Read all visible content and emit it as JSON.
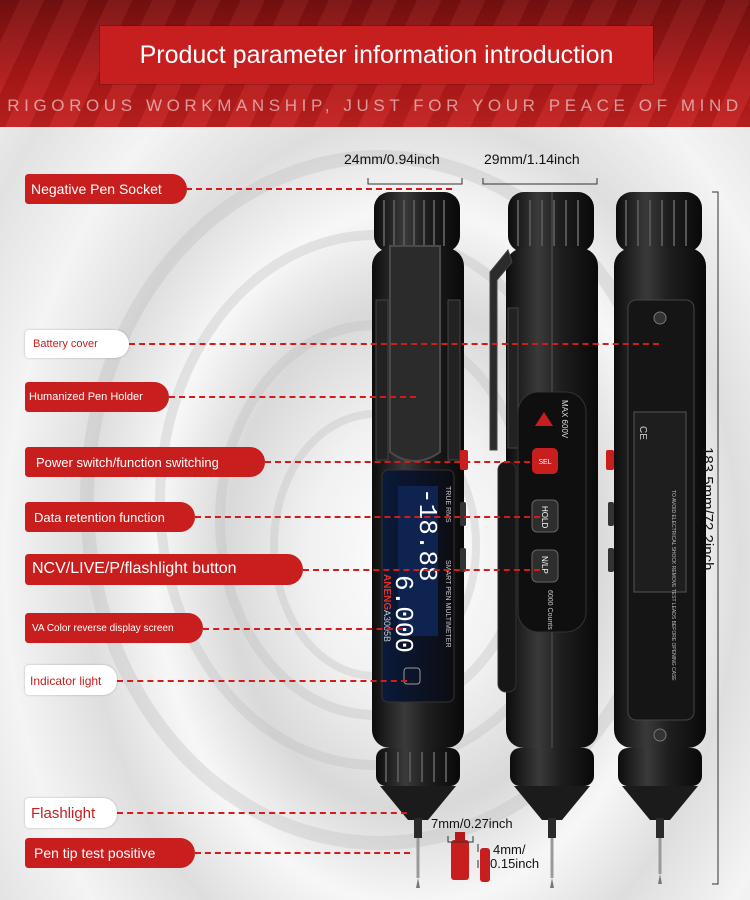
{
  "header": {
    "title": "Product parameter information introduction",
    "subtitle": "RIGOROUS WORKMANSHIP, JUST FOR YOUR PEACE OF MIND"
  },
  "dimensions": {
    "width_front": "24mm/0.94inch",
    "width_side": "29mm/1.14inch",
    "length": "183.5mm/72.2inch",
    "tip_cap": "7mm/0.27inch",
    "tip_small_1": "4mm/",
    "tip_small_2": "0.15inch"
  },
  "callouts": [
    {
      "label": "Negative Pen Socket",
      "style": "red"
    },
    {
      "label": "Battery cover",
      "style": "white"
    },
    {
      "label": "Humanized Pen Holder",
      "style": "red"
    },
    {
      "label": "Power switch/function switching",
      "style": "red"
    },
    {
      "label": "Data retention function",
      "style": "red"
    },
    {
      "label": "NCV/LIVE/P/flashlight button",
      "style": "red"
    },
    {
      "label": "VA Color reverse display screen",
      "style": "red"
    },
    {
      "label": "Indicator light",
      "style": "white"
    },
    {
      "label": "Flashlight",
      "style": "white"
    },
    {
      "label": "Pen tip test positive",
      "style": "red"
    }
  ],
  "device": {
    "brand": "ANENG",
    "model": "A3005B",
    "line1": "TRUE RMS",
    "line2": "SMART PEN MULTIMETER",
    "display_top": "-18.88",
    "display_bottom": "6.000",
    "counts": "6000 Counts",
    "max_rating": "MAX 600V",
    "btn_sel": "SEL",
    "btn_hold": "HOLD",
    "btn_ncv": "N/LP",
    "ce_mark": "CE",
    "warning": "TO AVOID ELECTRICAL SHOCK REMOVE TEST LEADS BEFORE OPENING CASE"
  },
  "colors": {
    "accent": "#c81e1e",
    "body": "#1a1a1a"
  }
}
